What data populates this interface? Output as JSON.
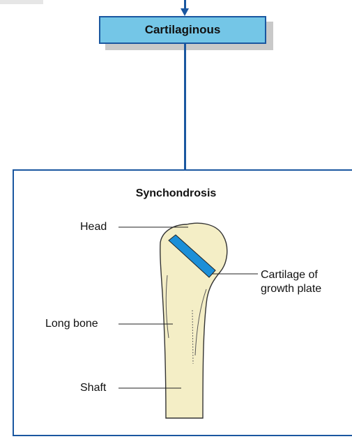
{
  "header": {
    "box_label": "Cartilaginous"
  },
  "panel": {
    "title": "Synchondrosis",
    "labels": {
      "head": "Head",
      "long_bone": "Long bone",
      "shaft": "Shaft",
      "cartilage_line1": "Cartilage of",
      "cartilage_line2": "growth plate"
    }
  },
  "colors": {
    "accent_blue": "#1a57a0",
    "box_fill": "#74c6e7",
    "bone_fill": "#f4eec6",
    "growth_plate": "#1c8fd8"
  }
}
